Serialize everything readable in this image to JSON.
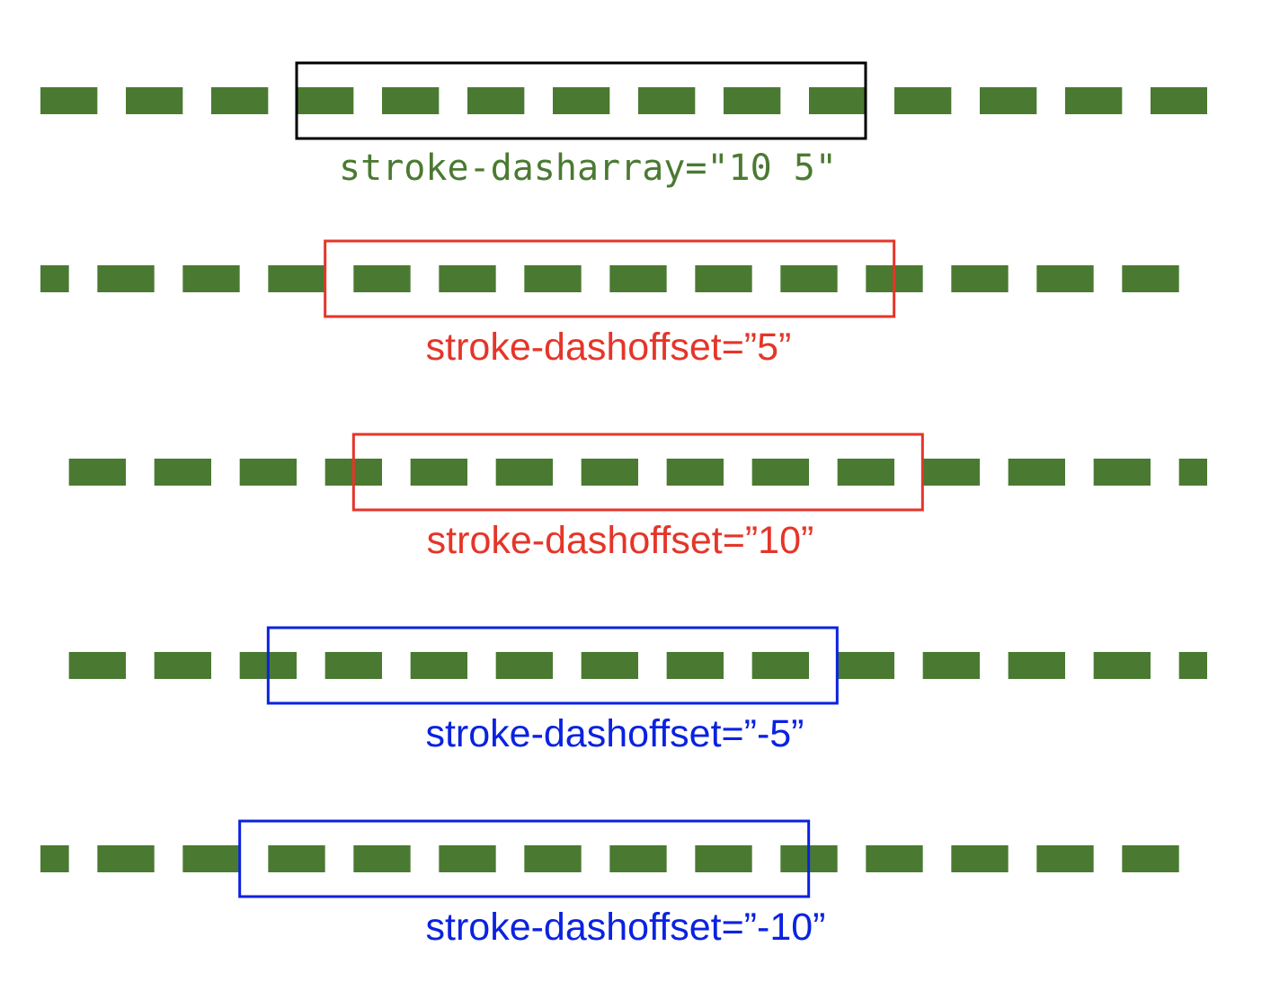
{
  "colors": {
    "dash": "#4a7a31",
    "base_frame": "#000000",
    "positive_offset": "#e53529",
    "negative_offset": "#0a22e0"
  },
  "rows": [
    {
      "label": "stroke-dasharray=\"10 5\"",
      "dashoffset": 0,
      "frame_color": "#000000",
      "label_color": "#4a7a31",
      "label_font": "mono"
    },
    {
      "label": "stroke-dashoffset=”5”",
      "dashoffset": 5,
      "frame_color": "#e53529",
      "label_color": "#e53529",
      "label_font": "sans"
    },
    {
      "label": "stroke-dashoffset=”10”",
      "dashoffset": 10,
      "frame_color": "#e53529",
      "label_color": "#e53529",
      "label_font": "sans"
    },
    {
      "label": "stroke-dashoffset=”-5”",
      "dashoffset": -5,
      "frame_color": "#0a22e0",
      "label_color": "#0a22e0",
      "label_font": "sans"
    },
    {
      "label": "stroke-dashoffset=”-10”",
      "dashoffset": -10,
      "frame_color": "#0a22e0",
      "label_color": "#0a22e0",
      "label_font": "sans"
    }
  ],
  "dasharray": [
    10,
    5
  ]
}
